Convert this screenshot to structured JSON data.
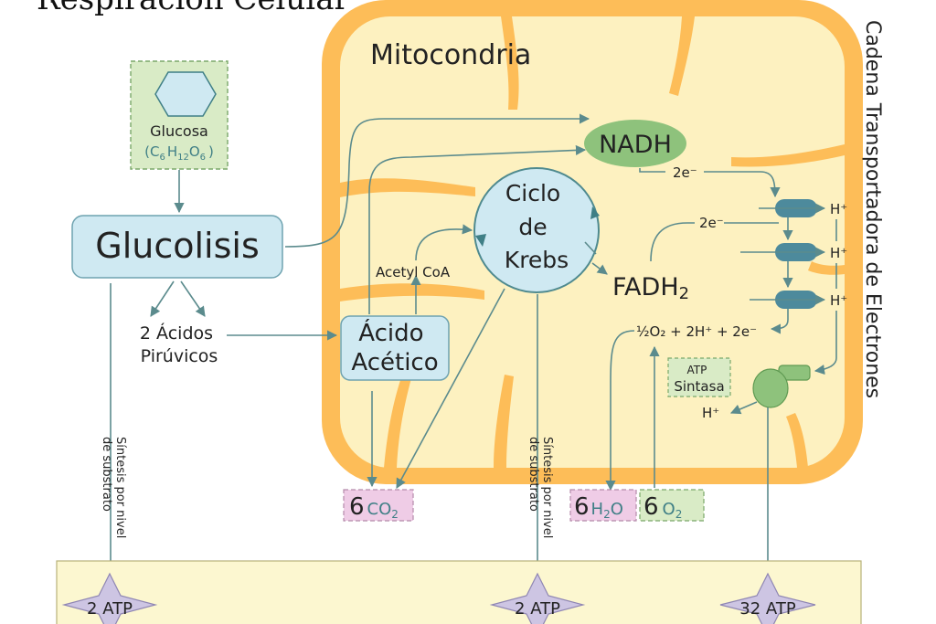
{
  "title": "Respiración Celular",
  "mitochondria_label": "Mitocondria",
  "electron_chain_label": "Cadena Transportadora de Electrones",
  "glucose": {
    "name": "Glucosa",
    "formula_open": "(C",
    "c_sub": "6",
    "h": "H",
    "h_sub": "12",
    "o": "O",
    "o_sub": "6",
    "formula_close": ")"
  },
  "glycolysis": "Glucolisis",
  "pyruvic": {
    "line1": "2 Ácidos",
    "line2": "Pirúvicos"
  },
  "acetic": {
    "line1": "Ácido",
    "line2": "Acético"
  },
  "acetyl_coa": "Acetyl CoA",
  "krebs": {
    "line1": "Ciclo",
    "line2": "de",
    "line3": "Krebs"
  },
  "nadh": "NADH",
  "fadh2": {
    "main": "FADH",
    "sub": "2"
  },
  "electron_nadh": "2e⁻",
  "electron_fadh": "2e⁻",
  "hplus": [
    "H⁺",
    "H⁺",
    "H⁺"
  ],
  "oxygen_reaction": "½O₂ + 2H⁺ + 2e⁻",
  "atp_synthase": {
    "line1": "ATP",
    "line2": "Sintasa"
  },
  "hplus_out": "H⁺",
  "substrate_label": {
    "line1": "Síntesis por nivel",
    "line2": "de substrato"
  },
  "co2": {
    "coef": "6",
    "formula": "CO",
    "sub": "2"
  },
  "h2o": {
    "coef": "6",
    "h": "H",
    "sub": "2",
    "o": "O"
  },
  "o2": {
    "coef": "6",
    "o": "O",
    "sub": "2"
  },
  "atp_outputs": [
    "2 ATP",
    "2 ATP",
    "32 ATP"
  ],
  "colors": {
    "mito_outer": "#fdbd58",
    "mito_inner": "#fdf1c0",
    "box_blue": "#cfe9f2",
    "box_green": "#d9ebc6",
    "box_pink": "#efcce6",
    "green_ellipse": "#8ec27c",
    "atp_star": "#cdc5e3",
    "atp_band": "#fcf7d0",
    "line": "#5b8b8d"
  }
}
